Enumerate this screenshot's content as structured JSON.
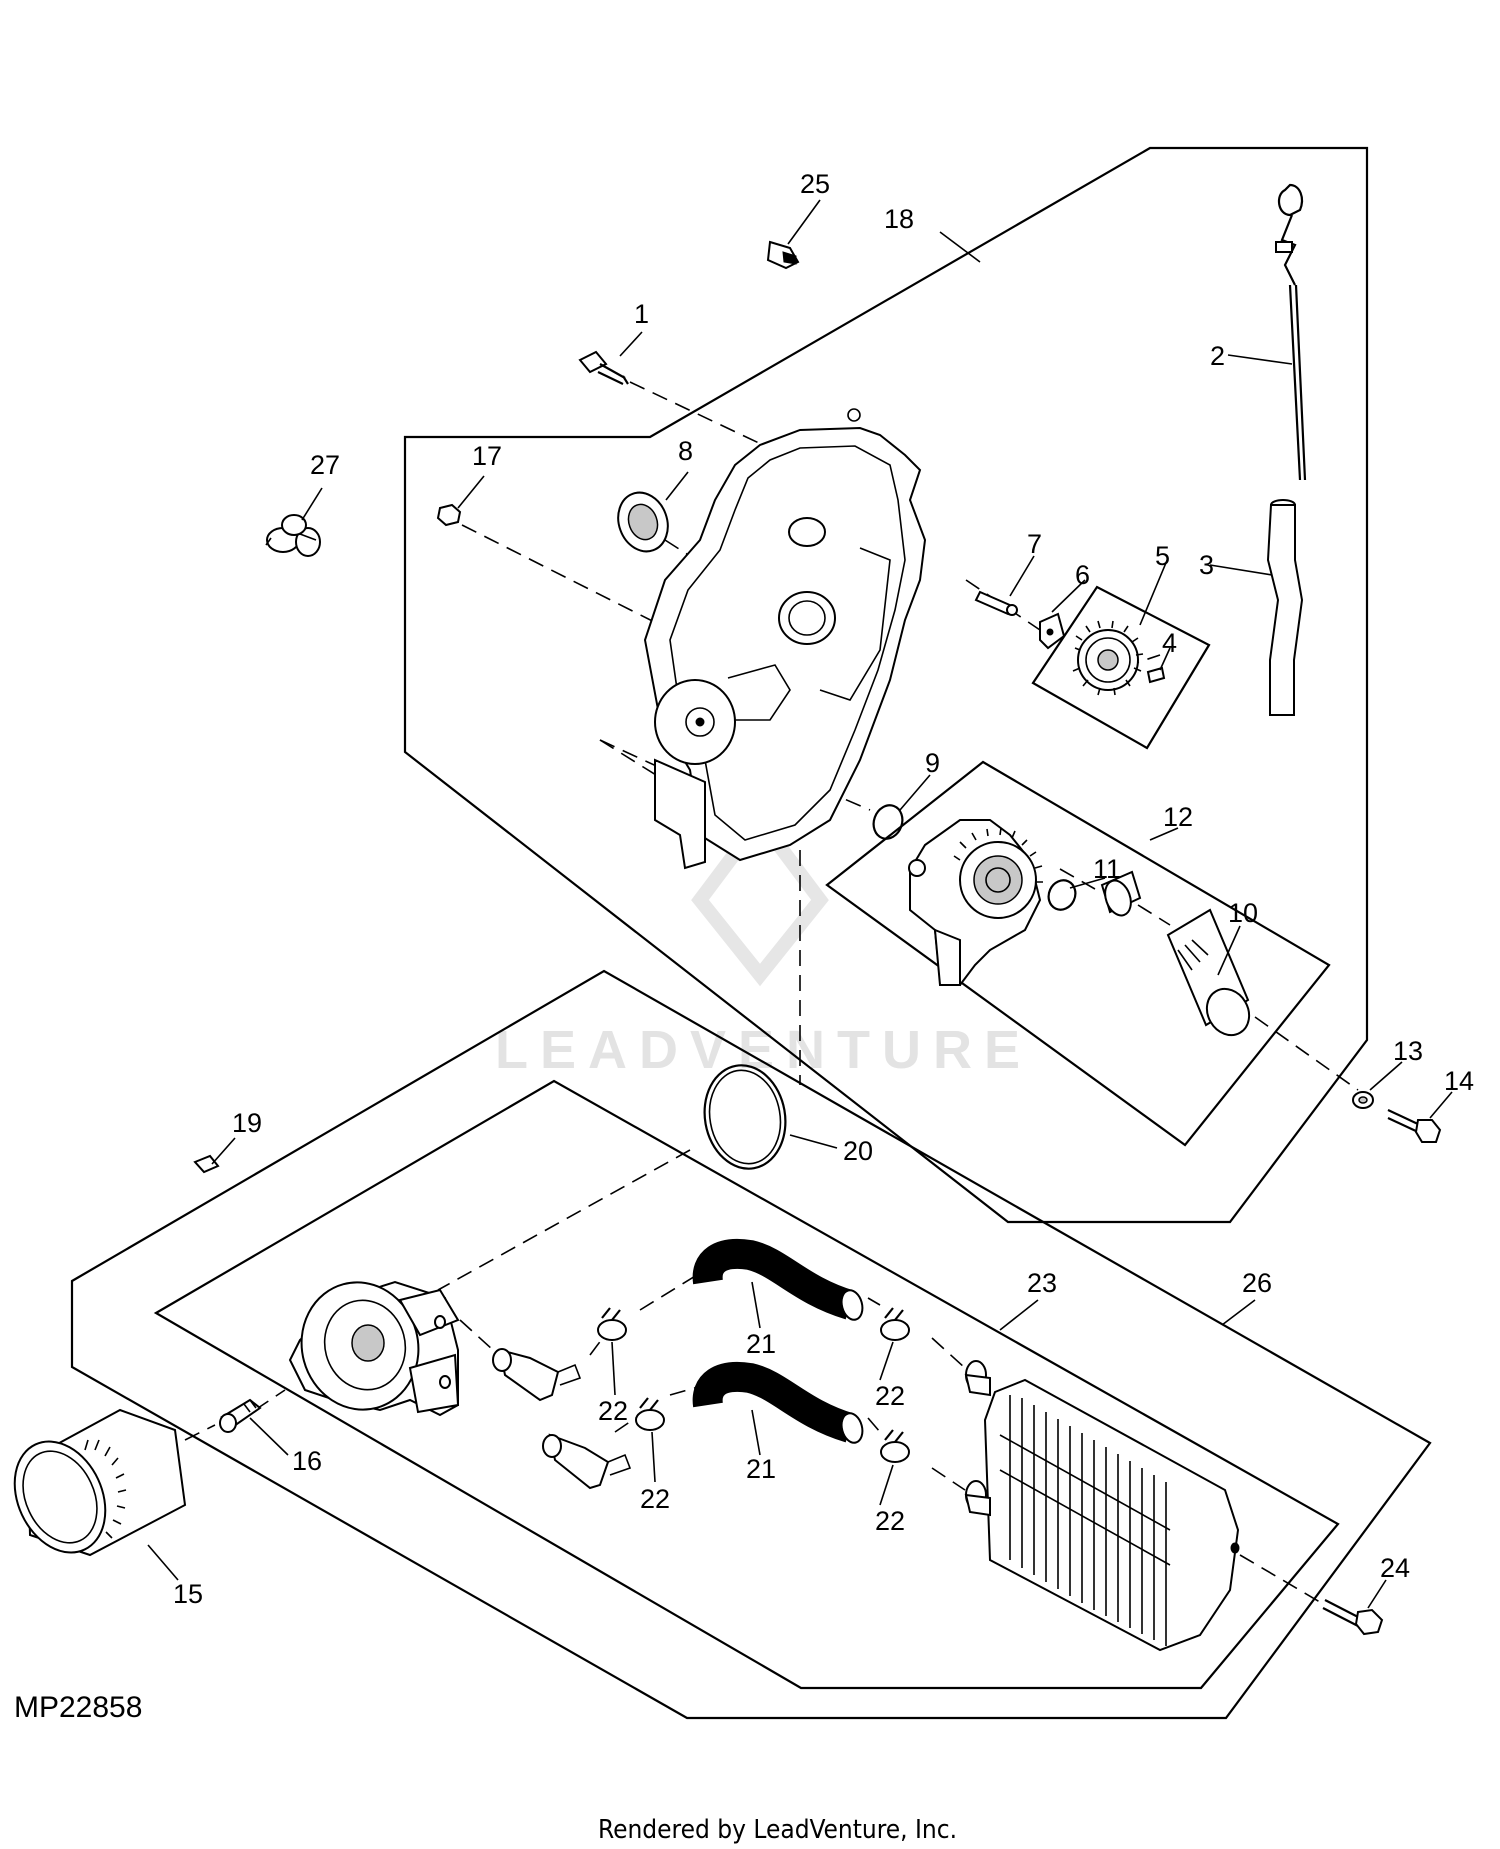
{
  "figure_id": "MP22858",
  "footer": "Rendered by LeadVenture, Inc.",
  "watermark": {
    "text": "LEADVENTURE"
  },
  "callouts": {
    "c1": "1",
    "c2": "2",
    "c3": "3",
    "c4": "4",
    "c5": "5",
    "c6": "6",
    "c7": "7",
    "c8": "8",
    "c9": "9",
    "c10": "10",
    "c11": "11",
    "c12": "12",
    "c13": "13",
    "c14": "14",
    "c15": "15",
    "c16": "16",
    "c17": "17",
    "c18": "18",
    "c19": "19",
    "c20": "20",
    "c21a": "21",
    "c21b": "21",
    "c22a": "22",
    "c22b": "22",
    "c22c": "22",
    "c22d": "22",
    "c23": "23",
    "c24": "24",
    "c25": "25",
    "c26": "26",
    "c27": "27"
  }
}
